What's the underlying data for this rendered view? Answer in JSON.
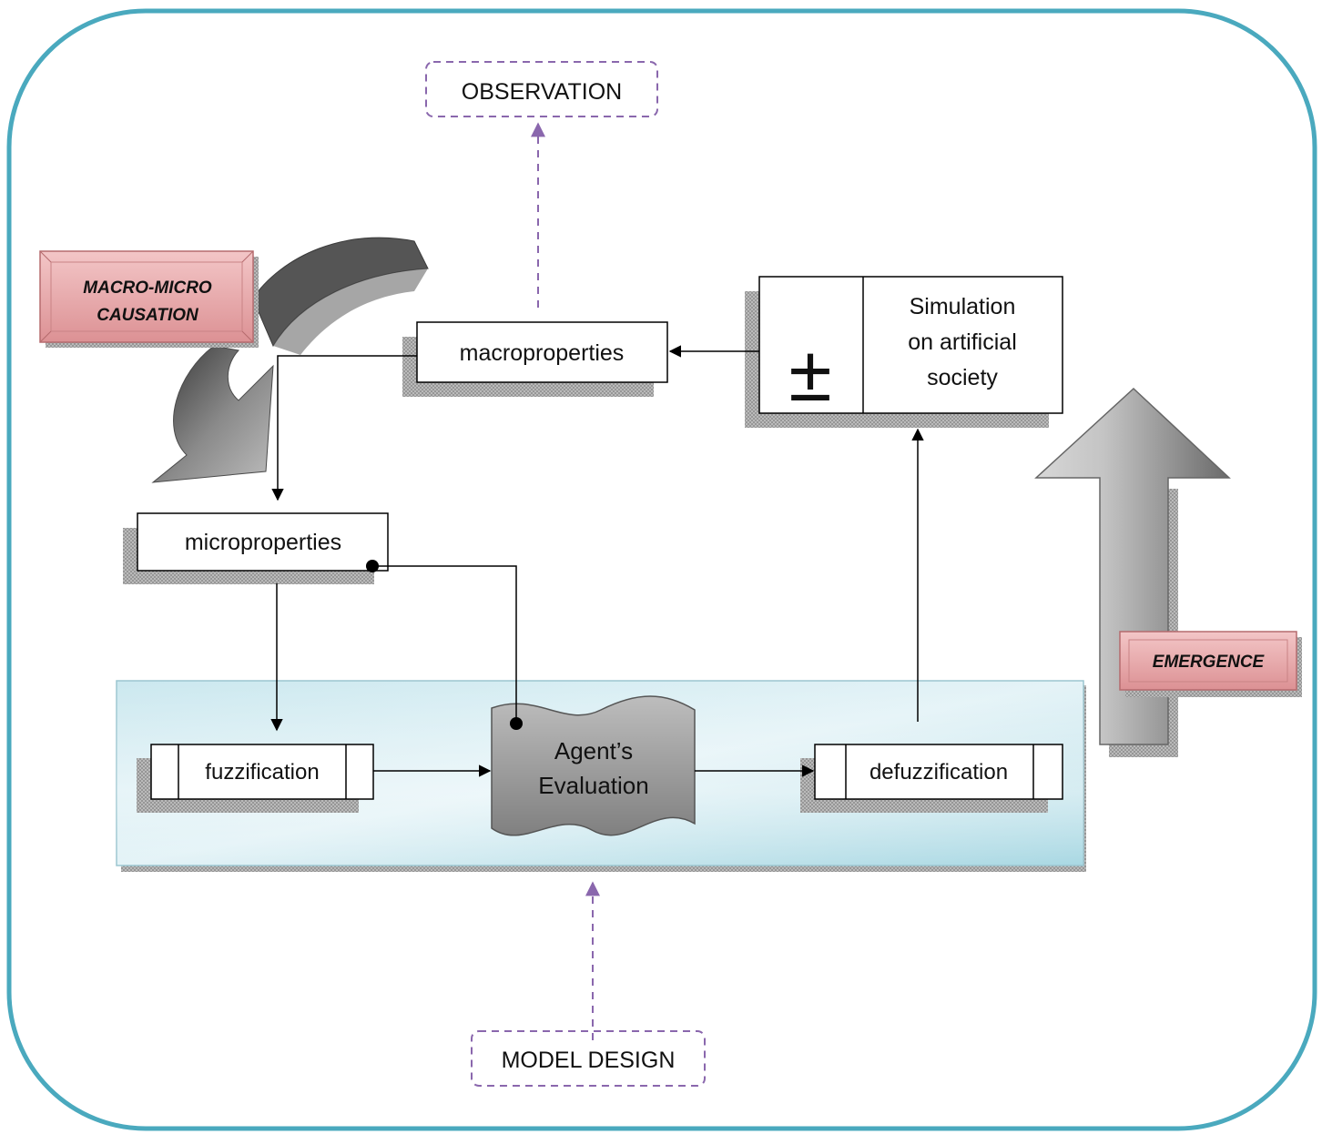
{
  "labels": {
    "observation": "OBSERVATION",
    "model_design": "MODEL DESIGN",
    "macro_micro_line1": "MACRO-MICRO",
    "macro_micro_line2": "CAUSATION",
    "emergence": "EMERGENCE",
    "macroproperties": "macroproperties",
    "microproperties": "microproperties",
    "fuzzification": "fuzzification",
    "defuzzification": "defuzzification",
    "agent_line1": "Agent’s",
    "agent_line2": "Evaluation",
    "simulation_line1": "Simulation",
    "simulation_line2": "on artificial",
    "simulation_line3": "society",
    "plus_minus": "±"
  },
  "colors": {
    "frame_border": "#4aa9be",
    "dashed_purple": "#8a67ad",
    "badge_fill": "#e4a0a2",
    "badge_border": "#b56b6e",
    "panel_top": "#cce9ef",
    "panel_bottom": "#a6d6e2",
    "box_border": "#000000",
    "shadow_gray": "#9a9a9a"
  }
}
